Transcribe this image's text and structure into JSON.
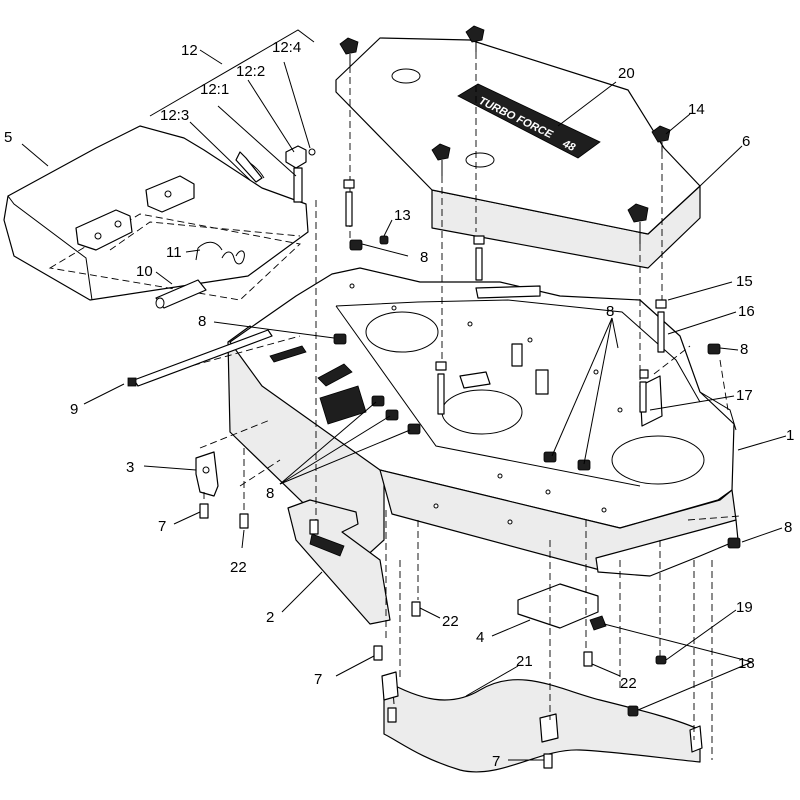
{
  "callouts": {
    "c1": "1",
    "c2": "2",
    "c3": "3",
    "c4": "4",
    "c5": "5",
    "c6": "6",
    "c7a": "7",
    "c7b": "7",
    "c7c": "7",
    "c8a": "8",
    "c8b": "8",
    "c8c": "8",
    "c8d": "8",
    "c8e": "8",
    "c8f": "8",
    "c9": "9",
    "c10": "10",
    "c11": "11",
    "c12": "12",
    "c12_1": "12:1",
    "c12_2": "12:2",
    "c12_3": "12:3",
    "c12_4": "12:4",
    "c13": "13",
    "c14": "14",
    "c15": "15",
    "c16": "16",
    "c17": "17",
    "c18": "18",
    "c19": "19",
    "c20": "20",
    "c21": "21",
    "c22a": "22",
    "c22b": "22",
    "c22c": "22"
  },
  "decal": {
    "brand": "TURBO FORCE",
    "size": "48"
  },
  "icons": {
    "knob": "knob-icon",
    "nut": "nut-icon",
    "bolt": "bolt-icon"
  }
}
